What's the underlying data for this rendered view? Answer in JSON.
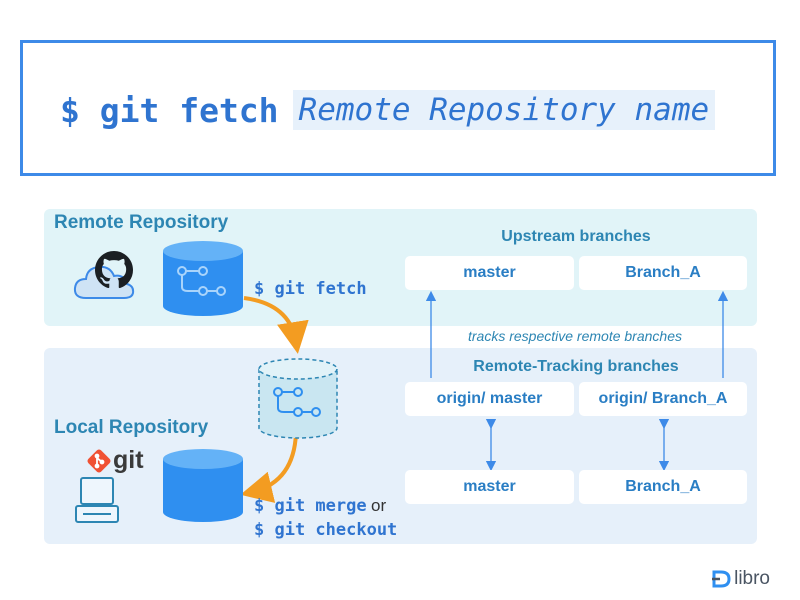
{
  "header": {
    "command": "$ git fetch",
    "argument": "Remote Repository name"
  },
  "remote": {
    "title": "Remote Repository",
    "command": "$ git fetch",
    "upstream_title": "Upstream branches",
    "upstream_branches": [
      "master",
      "Branch_A"
    ]
  },
  "tracks_note": "tracks respective remote branches",
  "local": {
    "title": "Local Repository",
    "git_logo_text": "git",
    "remote_tracking_title": "Remote-Tracking branches",
    "remote_tracking_branches": [
      "origin/ master",
      "origin/ Branch_A"
    ],
    "local_branches": [
      "master",
      "Branch_A"
    ],
    "merge_command": "$ git merge",
    "or_text": "or",
    "checkout_command": "$ git checkout"
  },
  "brand": {
    "logo_text": "libro"
  },
  "colors": {
    "accent": "#3d8ae8",
    "database": "#2f8ff0",
    "arrow": "#f39c21",
    "text": "#2d86b3"
  },
  "icons": [
    "github-icon",
    "cloud-icon",
    "git-logo-icon",
    "laptop-icon",
    "database-icon"
  ]
}
